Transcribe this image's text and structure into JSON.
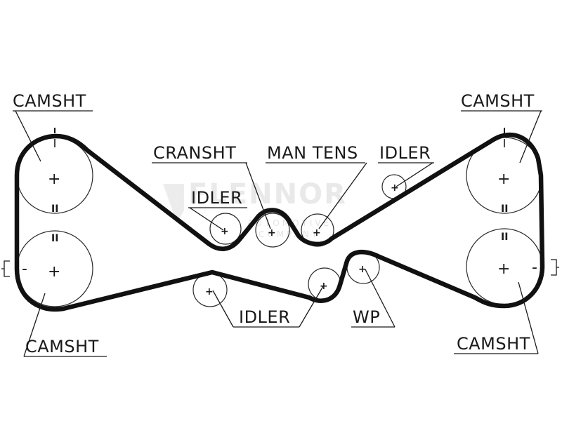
{
  "labels": {
    "camsht_top_left": "CAMSHT",
    "camsht_top_right": "CAMSHT",
    "camsht_bottom_left": "CAMSHT",
    "camsht_bottom_right": "CAMSHT",
    "cranksht": "CRANSHT",
    "man_tens": "MAN TENS",
    "idler_top_right": "IDLER",
    "idler_middle": "IDLER",
    "idler_bottom": "IDLER",
    "wp": "WP"
  },
  "marks": {
    "plus": "+",
    "minus": "-",
    "double": "II"
  },
  "watermark": {
    "brand": "FLENNOR",
    "sub_1": "AUTOMOTIVE",
    "sub_2": "COMPANY"
  }
}
